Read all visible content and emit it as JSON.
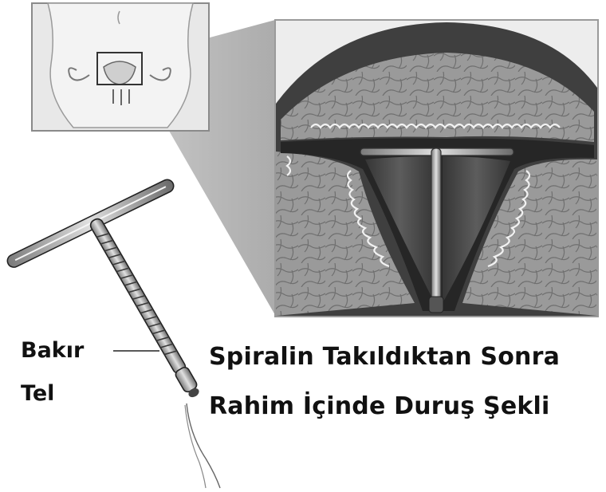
{
  "labels": {
    "wire_line_1": "Bakır",
    "wire_line_2": "Tel"
  },
  "caption": {
    "line_1": "Spiralin Takıldıktan Sonra",
    "line_2": "Rahim İçinde Duruş Şekli"
  },
  "colors": {
    "background": "#ffffff",
    "text": "#111111",
    "tissue": "#8c8c8c",
    "uterus_wall": "#4a4a4a",
    "cavity": "#2e2e2e",
    "device": "#b5b5b5"
  }
}
